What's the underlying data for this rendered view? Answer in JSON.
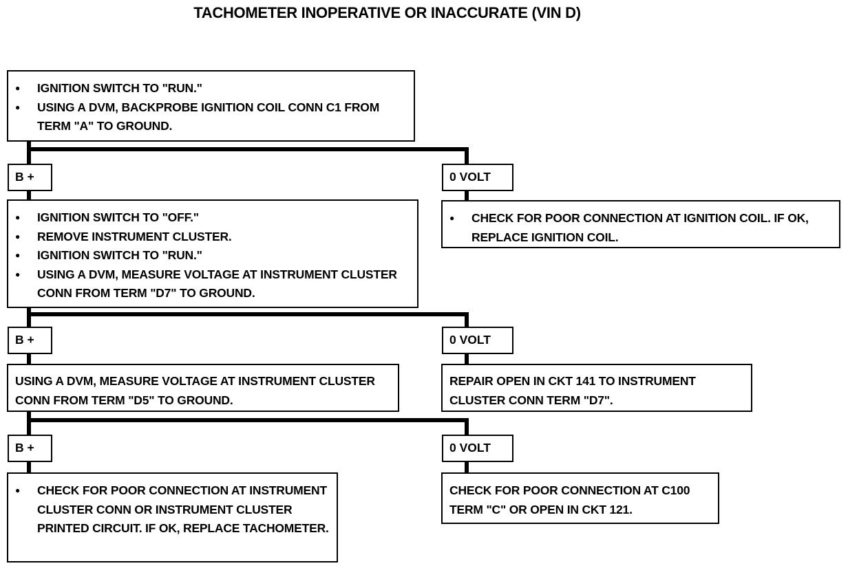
{
  "title": "TACHOMETER INOPERATIVE OR INACCURATE  (VIN D)",
  "step1": {
    "items": [
      "IGNITION SWITCH TO \"RUN.\"",
      "USING A DVM, BACKPROBE IGNITION COIL CONN C1 FROM TERM \"A\" TO GROUND."
    ]
  },
  "branch1": {
    "left": "B +",
    "right": "0 VOLT"
  },
  "step2": {
    "items": [
      "IGNITION SWITCH TO \"OFF.\"",
      "REMOVE INSTRUMENT CLUSTER.",
      "IGNITION SWITCH TO \"RUN.\"",
      "USING A DVM, MEASURE VOLTAGE AT INSTRUMENT CLUSTER CONN FROM TERM \"D7\" TO GROUND."
    ]
  },
  "result1": {
    "items": [
      "CHECK FOR POOR CONNECTION AT IGNITION COIL. IF OK, REPLACE IGNITION COIL."
    ]
  },
  "branch2": {
    "left": "B +",
    "right": "0 VOLT"
  },
  "step3": {
    "text": "USING A DVM, MEASURE VOLTAGE AT INSTRUMENT CLUSTER CONN FROM TERM \"D5\" TO GROUND."
  },
  "result2": {
    "text": "REPAIR OPEN IN CKT 141 TO INSTRUMENT CLUSTER CONN TERM \"D7\"."
  },
  "branch3": {
    "left": "B +",
    "right": "0 VOLT"
  },
  "result3": {
    "items": [
      "CHECK FOR POOR CONNECTION AT INSTRUMENT CLUSTER CONN OR INSTRUMENT CLUSTER PRINTED CIRCUIT. IF OK, REPLACE TACHOMETER."
    ]
  },
  "result4": {
    "text": "CHECK FOR POOR CONNECTION AT C100 TERM \"C\" OR OPEN IN CKT 121."
  }
}
